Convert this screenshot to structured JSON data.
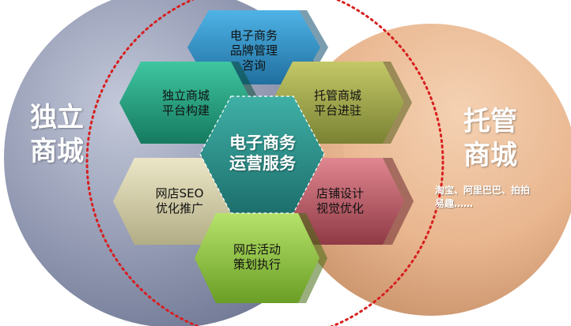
{
  "left_circle": {
    "title": "独立\n商城"
  },
  "right_circle": {
    "title": "托管\n商城",
    "note": "淘宝、阿里巴巴、拍拍\n易趣……"
  },
  "center": {
    "label": "电子商务\n运营服务"
  },
  "hexagons": [
    {
      "key": "top",
      "label": "电子商务\n品牌管理\n咨询"
    },
    {
      "key": "upper-left",
      "label": "独立商城\n平台构建"
    },
    {
      "key": "upper-right",
      "label": "托管商城\n平台进驻"
    },
    {
      "key": "lower-left",
      "label": "网店SEO\n优化推广"
    },
    {
      "key": "lower-right",
      "label": "店铺设计\n视觉优化"
    },
    {
      "key": "bottom",
      "label": "网店活动\n策划执行"
    }
  ],
  "colors": {
    "left_circle": "#8c93ad",
    "right_circle": "#e8b48c",
    "top_hex": "#2f8fc6",
    "upper_left_hex": "#1e9d7c",
    "upper_right_hex": "#9da447",
    "lower_left_hex": "#cfc9a3",
    "lower_right_hex": "#b85560",
    "bottom_hex": "#8ec43a",
    "center_hex": "#2a8f8a",
    "dotted_ring": "#d81e1e"
  }
}
